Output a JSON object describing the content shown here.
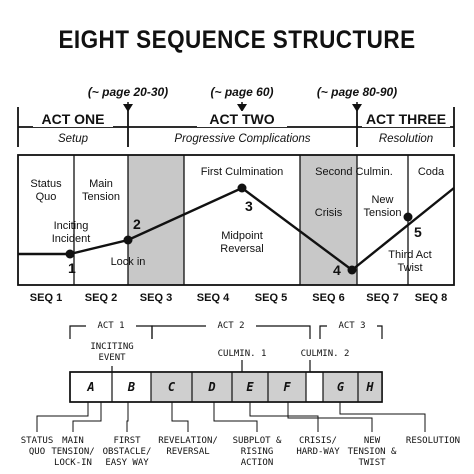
{
  "title": "EIGHT SEQUENCE STRUCTURE",
  "top": {
    "pages": [
      "(~ page 20-30)",
      "(~ page 60)",
      "(~ page 80-90)"
    ],
    "acts": [
      {
        "name": "ACT ONE",
        "sub": "Setup"
      },
      {
        "name": "ACT TWO",
        "sub": "Progressive Complications"
      },
      {
        "name": "ACT THREE",
        "sub": "Resolution"
      }
    ],
    "labels": {
      "status_quo": "Status\nQuo",
      "main_tension": "Main\nTension",
      "inciting_incident": "Inciting\nIncident",
      "lock_in": "Lock in",
      "first_culmination": "First Culmination",
      "midpoint_reversal": "Midpoint\nReversal",
      "second_culmin": "Second Culmin.",
      "crisis": "Crisis",
      "new_tension": "New\nTension",
      "third_act_twist": "Third Act\nTwist",
      "coda": "Coda"
    },
    "points": [
      "1",
      "2",
      "3",
      "4",
      "5"
    ],
    "sequences": [
      "SEQ 1",
      "SEQ 2",
      "SEQ 3",
      "SEQ 4",
      "SEQ 5",
      "SEQ 6",
      "SEQ 7",
      "SEQ 8"
    ]
  },
  "bottom": {
    "acts": [
      "ACT 1",
      "ACT 2",
      "ACT 3"
    ],
    "markers": [
      "INCITING\nEVENT",
      "CULMIN. 1",
      "CULMIN. 2"
    ],
    "blocks": [
      "A",
      "B",
      "C",
      "D",
      "E",
      "F",
      "G",
      "H"
    ],
    "labels": [
      "STATUS\nQUO",
      "MAIN\nTENSION/\nLOCK-IN",
      "FIRST\nOBSTACLE/\nEASY WAY",
      "REVELATION/\nREVERSAL",
      "SUBPLOT &\nRISING\nACTION",
      "CRISIS/\nHARD-WAY",
      "NEW\nTENSION &\nTWIST",
      "RESOLUTION"
    ]
  },
  "colors": {
    "ink": "#111111",
    "shade": "#c8c8c8",
    "plain": "#ffffff"
  }
}
